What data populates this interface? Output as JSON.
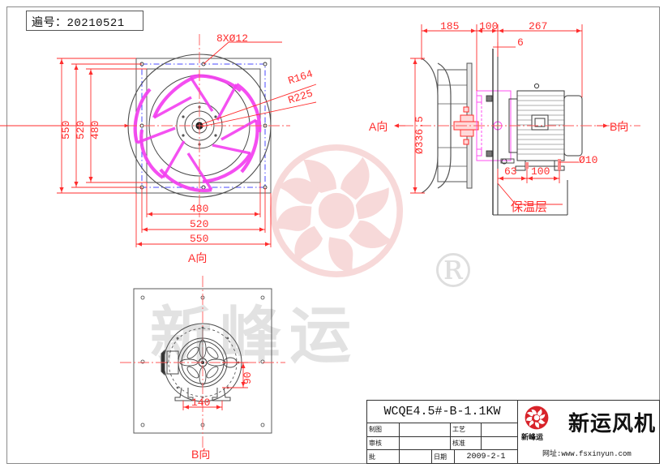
{
  "sheet": {
    "code_label": "遍号：",
    "code_value": "20210521"
  },
  "title_block": {
    "model": "WCQE4.5#-B-1.1KW",
    "rows": [
      {
        "label": "制图",
        "value": "",
        "label2": "工艺",
        "value2": ""
      },
      {
        "label": "审核",
        "value": "",
        "label2": "核准",
        "value2": ""
      },
      {
        "label": "批",
        "value": "",
        "label2": "日期",
        "value2": "2009-2-1"
      }
    ],
    "brand_cn": "新运风机",
    "brand_sub": "新峰运",
    "brand_url": "网址:www.fsxinyun.com",
    "logo_icon": "fan-logo-icon"
  },
  "watermark": {
    "text": "新峰运",
    "registered": "®",
    "logo_icon": "fan-watermark-icon"
  },
  "views": {
    "front": {
      "name": "front-view",
      "view_label": "A向",
      "callouts": [
        {
          "name": "bolt-holes",
          "text": "8XØ12"
        },
        {
          "name": "radius-inner",
          "text": "R164"
        },
        {
          "name": "radius-outer",
          "text": "R225"
        }
      ],
      "dims_vertical": [
        "550",
        "520",
        "480"
      ],
      "dims_horizontal": [
        "480",
        "520",
        "550"
      ]
    },
    "side": {
      "name": "side-view",
      "dims_top": [
        "185",
        "100",
        "267"
      ],
      "dim_thickness": "6",
      "dim_diameter": "Ø336.5",
      "dim_bolt": "Ø10",
      "dims_bottom": [
        "63",
        "100"
      ],
      "arrow_left_label": "A向",
      "arrow_right_label": "B向",
      "note": "保温层"
    },
    "bottom": {
      "name": "bottom-view",
      "view_label": "B向",
      "dim_width": "140",
      "dim_height": "90"
    }
  },
  "colors": {
    "dimension_red": "#ff2d2d",
    "outline_dark": "#3a3a3a",
    "blade_magenta": "#ff4df0",
    "centerline_blue": "#4a4aff",
    "watermark_pink": "#f7d7d7",
    "watermark_gray": "#e2e2e2",
    "logo_red": "#d8232a"
  }
}
